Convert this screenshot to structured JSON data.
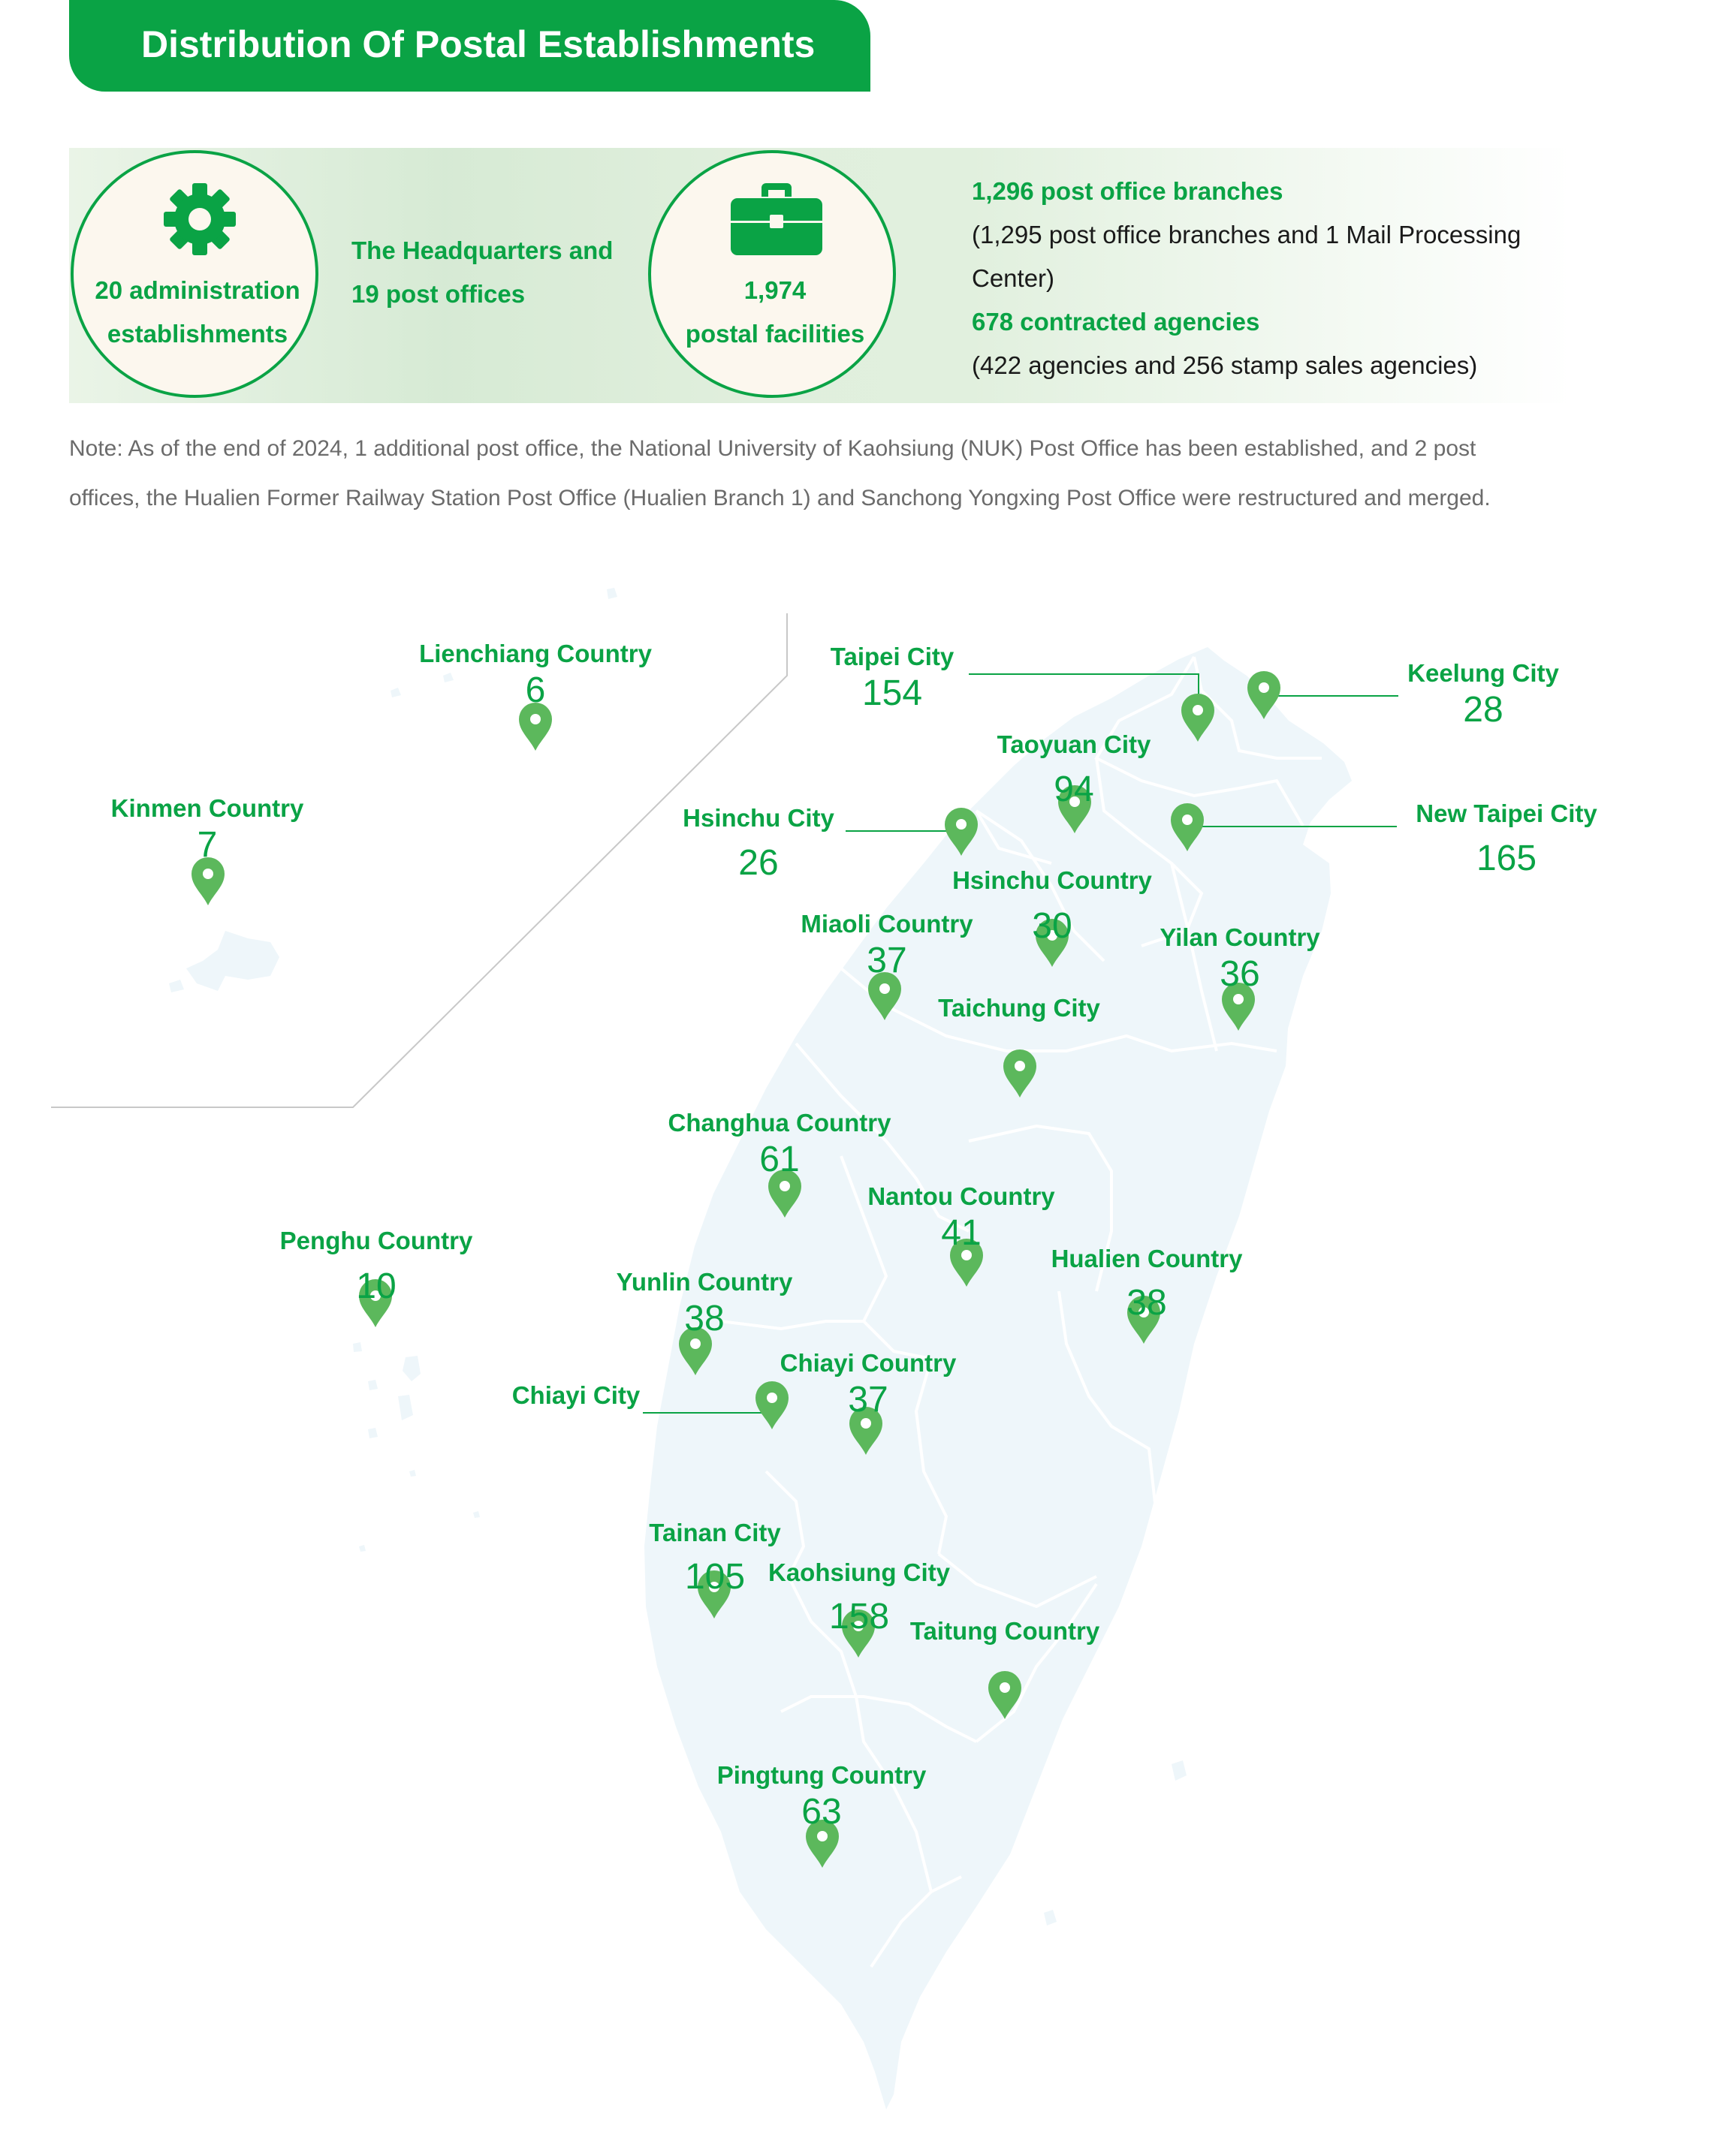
{
  "header": {
    "title": "Distribution Of Postal Establishments"
  },
  "colors": {
    "brand_green": "#0aa345",
    "pin_green": "#5cb85c",
    "map_fill": "#eef6fa"
  },
  "summary": {
    "admin": {
      "icon": "gear-icon",
      "line1": "20 administration",
      "line2": "establishments"
    },
    "hq": {
      "line1": "The Headquarters and",
      "line2": "19 post offices"
    },
    "facilities": {
      "icon": "briefcase-icon",
      "line1": "1,974",
      "line2": "postal facilities"
    },
    "branches": {
      "title": "1,296 post office branches",
      "detail1": "(1,295 post office branches and 1 Mail Processing",
      "detail2": "Center)",
      "agencies": "678 contracted agencies",
      "agencies_detail": "(422 agencies and 256 stamp sales agencies)"
    }
  },
  "note": {
    "line1": "Note: As of the end of 2024, 1 additional post office, the National University of Kaohsiung (NUK) Post Office has been established, and 2 post",
    "line2": "offices, the Hualien Former Railway Station Post Office (Hualien Branch 1) and Sanchong Yongxing Post Office were restructured and merged."
  },
  "regions": [
    {
      "name": "Lienchiang Country",
      "count": "6"
    },
    {
      "name": "Kinmen Country",
      "count": "7"
    },
    {
      "name": "Taipei City",
      "count": "154"
    },
    {
      "name": "Keelung City",
      "count": "28"
    },
    {
      "name": "Taoyuan City",
      "count": "94"
    },
    {
      "name": "Hsinchu City",
      "count": "26"
    },
    {
      "name": "New Taipei City",
      "count": "165"
    },
    {
      "name": "Hsinchu Country",
      "count": "30"
    },
    {
      "name": "Miaoli Country",
      "count": "37"
    },
    {
      "name": "Yilan Country",
      "count": "36"
    },
    {
      "name": "Taichung City",
      "count": ""
    },
    {
      "name": "Changhua Country",
      "count": "61"
    },
    {
      "name": "Nantou Country",
      "count": "41"
    },
    {
      "name": "Penghu Country",
      "count": "10"
    },
    {
      "name": "Hualien Country",
      "count": "38"
    },
    {
      "name": "Yunlin Country",
      "count": "38"
    },
    {
      "name": "Chiayi Country",
      "count": "37"
    },
    {
      "name": "Chiayi City",
      "count": ""
    },
    {
      "name": "Tainan City",
      "count": "105"
    },
    {
      "name": "Kaohsiung City",
      "count": "158"
    },
    {
      "name": "Taitung Country",
      "count": ""
    },
    {
      "name": "Pingtung Country",
      "count": "63"
    }
  ]
}
